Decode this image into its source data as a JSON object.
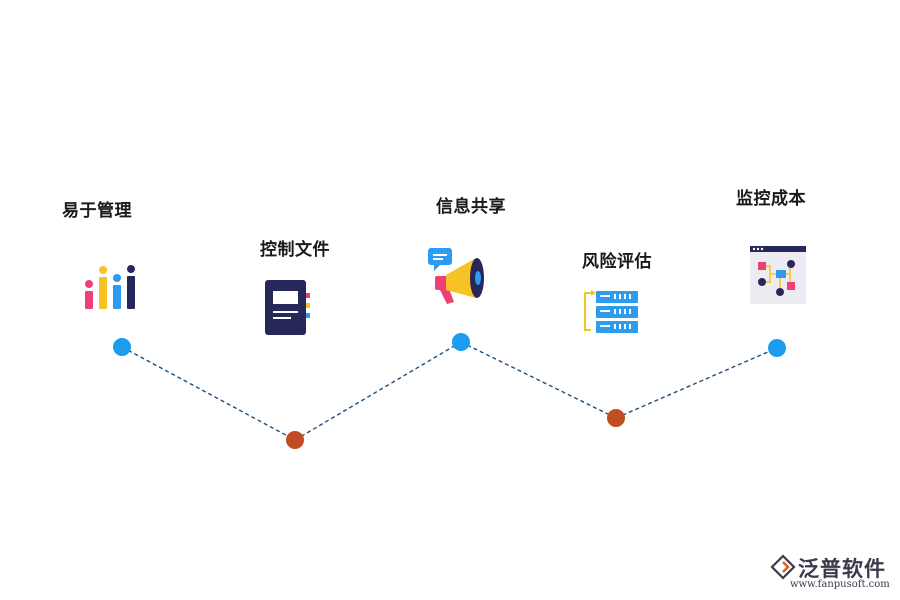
{
  "steps": [
    {
      "label": "易于管理",
      "icon": "bar-chart-icon"
    },
    {
      "label": "控制文件",
      "icon": "document-folder-icon"
    },
    {
      "label": "信息共享",
      "icon": "megaphone-icon"
    },
    {
      "label": "风险评估",
      "icon": "server-stack-icon"
    },
    {
      "label": "监控成本",
      "icon": "flowchart-window-icon"
    }
  ],
  "colors": {
    "node_blue": "#1b9cee",
    "node_orange": "#c04c22",
    "line": "#1f4f7a"
  },
  "brand": {
    "name": "泛普软件",
    "url": "www.fanpusoft.com"
  }
}
